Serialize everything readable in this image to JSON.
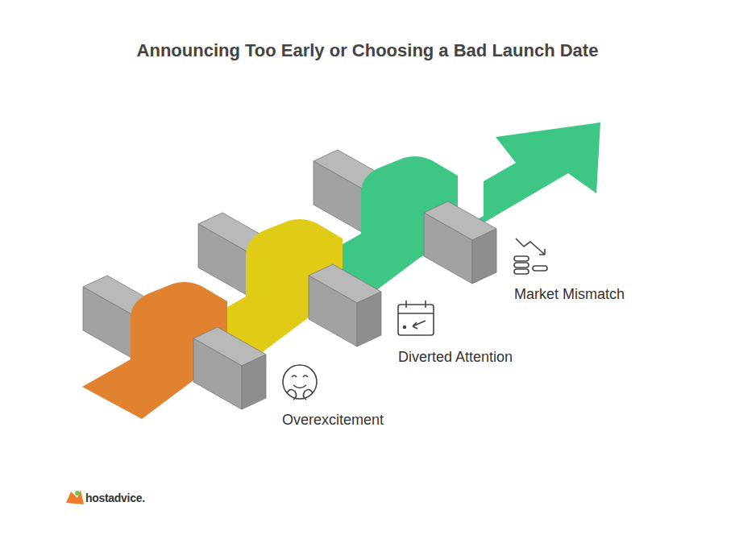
{
  "diagram": {
    "title": "Announcing Too Early or Choosing a Bad Launch Date",
    "labels": [
      "Overexcitement",
      "Diverted Attention",
      "Market Mismatch",
      "hostadvice."
    ]
  }
}
